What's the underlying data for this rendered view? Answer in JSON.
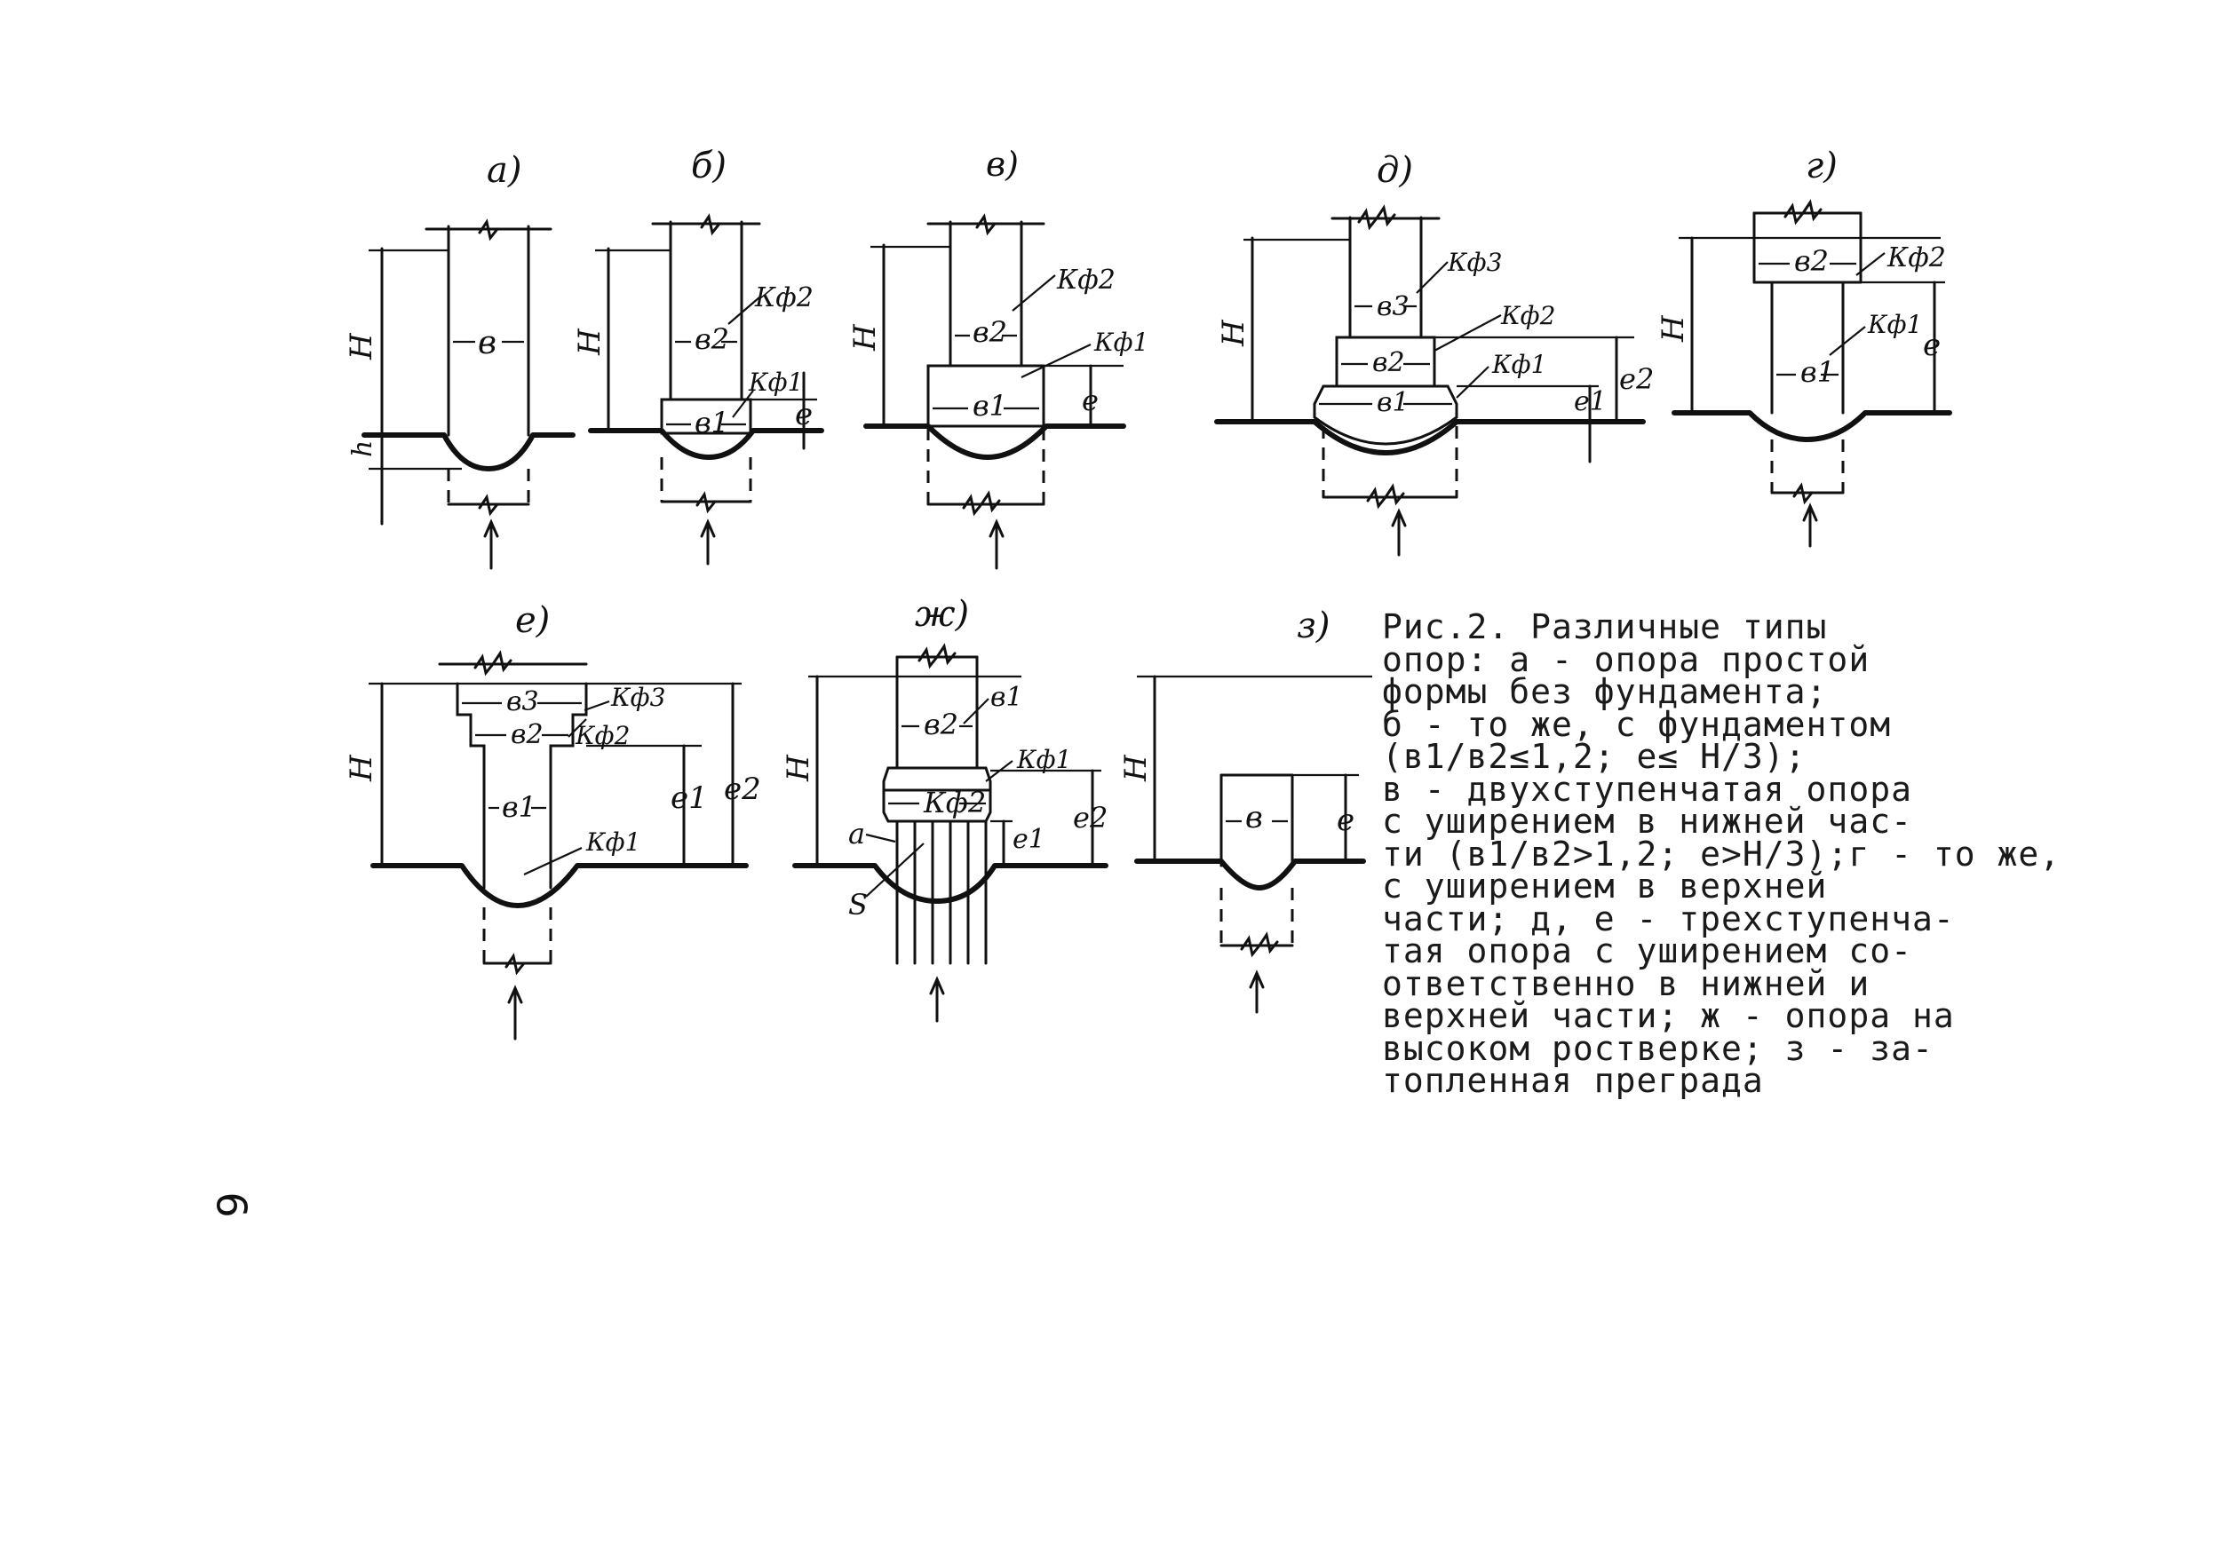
{
  "figure": {
    "panels": [
      {
        "id": "a",
        "letter": "а)",
        "labels": [
          "H",
          "h",
          "в"
        ]
      },
      {
        "id": "b",
        "letter": "б)",
        "labels": [
          "H",
          "в2",
          "в1",
          "Кф2",
          "Кф1",
          "e"
        ]
      },
      {
        "id": "v",
        "letter": "в)",
        "labels": [
          "H",
          "в2",
          "в1",
          "Кф2",
          "Кф1",
          "e"
        ]
      },
      {
        "id": "d",
        "letter": "д)",
        "labels": [
          "H",
          "в3",
          "в2",
          "в1",
          "Кф3",
          "Кф2",
          "Кф1",
          "e2",
          "e1"
        ]
      },
      {
        "id": "g",
        "letter": "г)",
        "labels": [
          "H",
          "в2",
          "в1",
          "Кф2",
          "Кф1",
          "e"
        ]
      },
      {
        "id": "e",
        "letter": "е)",
        "labels": [
          "H",
          "в3",
          "в2",
          "в1",
          "Кф3",
          "Кф2",
          "Кф1",
          "e1",
          "e2"
        ]
      },
      {
        "id": "zh",
        "letter": "ж)",
        "labels": [
          "H",
          "в2",
          "в1",
          "Кф2",
          "Кф1",
          "a",
          "S",
          "e2",
          "e1"
        ]
      },
      {
        "id": "z",
        "letter": "з)",
        "labels": [
          "H",
          "в",
          "e"
        ]
      }
    ],
    "caption_lines": [
      "Рис.2. Различные типы",
      "опор: а - опора простой",
      "формы без фундамента;",
      "б - то же, с фундаментом",
      "(в1/в2≤1,2;  e≤ H/3);",
      "в - двухступенчатая опора",
      "с уширением в нижней час-",
      "ти (в1/в2>1,2; e>H/3);г - то же,",
      "с уширением в верхней",
      "части; д, е - трехступенча-",
      "тая опора с уширением со-",
      "ответственно в нижней и",
      "верхней части; ж - опора на",
      "высоком ростверке; з - за-",
      "топленная преграда"
    ],
    "page_number": "6"
  }
}
